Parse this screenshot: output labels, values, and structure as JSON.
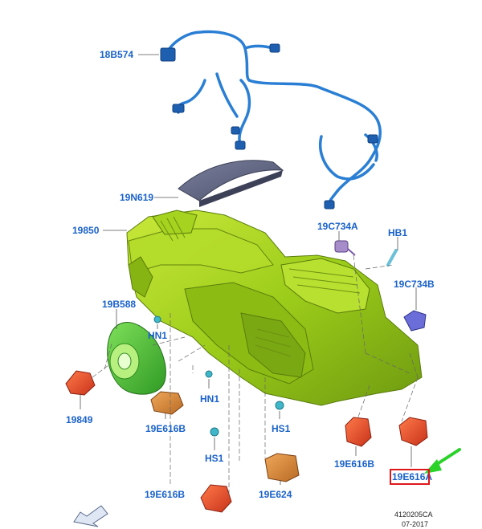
{
  "parts": [
    {
      "id": "wiring_harness",
      "label": "18B574",
      "icon": "wiring-harness",
      "color": "#2a7fd4"
    },
    {
      "id": "insulator",
      "label": "19N619",
      "icon": "foam-insulator",
      "color": "#6a6f8c"
    },
    {
      "id": "hvac_case",
      "label": "19850",
      "icon": "hvac-case",
      "color": "#9ccc1a"
    },
    {
      "id": "sensor_top",
      "label": "19C734A",
      "icon": "temperature-sensor",
      "color": "#a68cc8"
    },
    {
      "id": "clip_hb1",
      "label": "HB1",
      "icon": "clip",
      "color": "#7fd0e0"
    },
    {
      "id": "sensor_right",
      "label": "19C734B",
      "icon": "temperature-sensor",
      "color": "#6b6ed8"
    },
    {
      "id": "blower",
      "label": "19B588",
      "icon": "blower-motor",
      "color": "#5fc23a"
    },
    {
      "id": "screw_hn1_a",
      "label": "HN1",
      "icon": "screw",
      "color": "#3fb7c8"
    },
    {
      "id": "resistor",
      "label": "19849",
      "icon": "blower-resistor",
      "color": "#e06a4a"
    },
    {
      "id": "actuator_left",
      "label": "19E616B",
      "icon": "actuator",
      "color": "#d98a4a"
    },
    {
      "id": "screw_hn1_b",
      "label": "HN1",
      "icon": "screw",
      "color": "#3fb7c8"
    },
    {
      "id": "screw_hs1_a",
      "label": "HS1",
      "icon": "screw",
      "color": "#3fb7c8"
    },
    {
      "id": "screw_hs1_b",
      "label": "HS1",
      "icon": "screw",
      "color": "#3fb7c8"
    },
    {
      "id": "actuator_mid",
      "label": "19E616B",
      "icon": "actuator",
      "color": "#e8502a"
    },
    {
      "id": "actuator_a",
      "label": "19E616A",
      "icon": "actuator",
      "color": "#e8502a"
    },
    {
      "id": "actuator_bottom",
      "label": "19E616B",
      "icon": "actuator",
      "color": "#e8502a"
    },
    {
      "id": "actuator_624",
      "label": "19E624",
      "icon": "actuator",
      "color": "#d98a3a"
    }
  ],
  "highlight": {
    "target": "19E616A",
    "box_color": "#e0171a",
    "arrow_color": "#2ad22a"
  },
  "reference": {
    "code": "4120205CA",
    "date": "07-2017"
  },
  "colors": {
    "label": "#1a62c9",
    "leader": "#555555"
  }
}
